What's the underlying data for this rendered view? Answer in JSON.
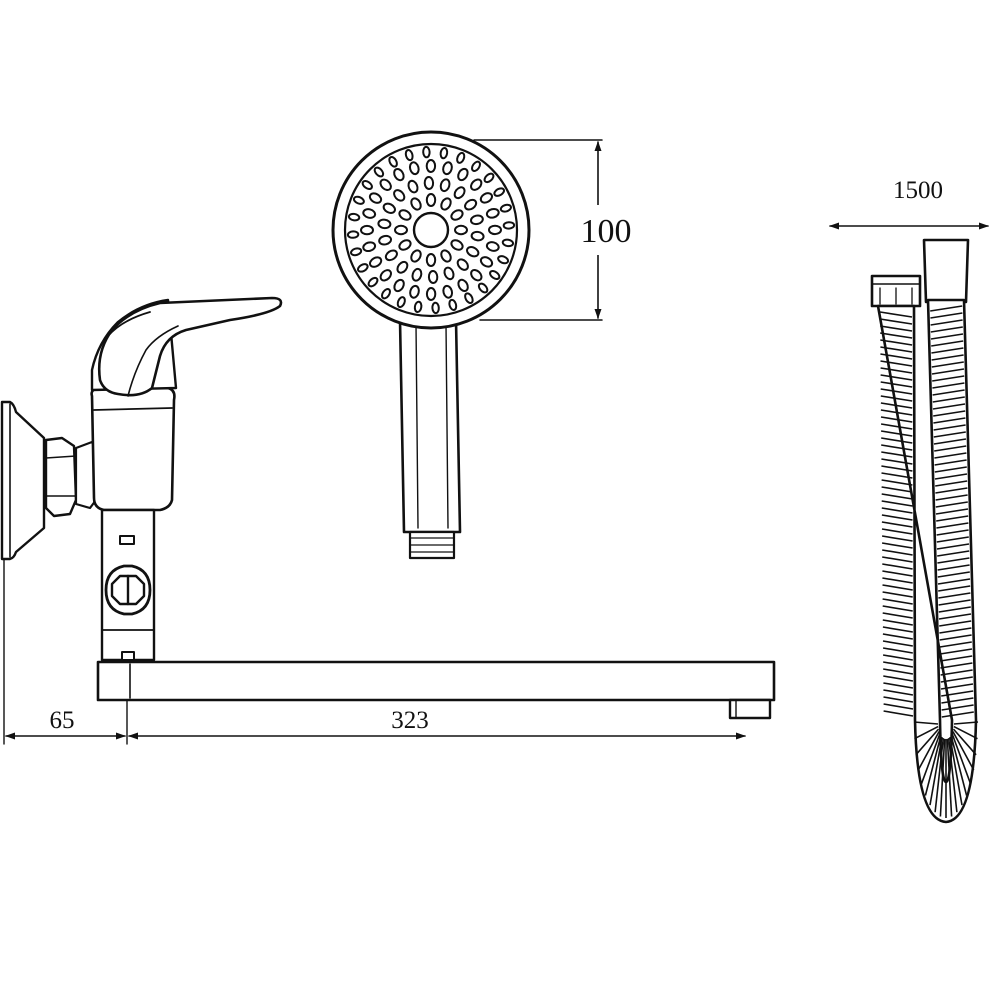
{
  "dimensions": {
    "head_diameter": "100",
    "hose_length": "1500",
    "wall_offset": "65",
    "spout_length": "323"
  },
  "colors": {
    "line": "#111111",
    "background": "#ffffff"
  }
}
